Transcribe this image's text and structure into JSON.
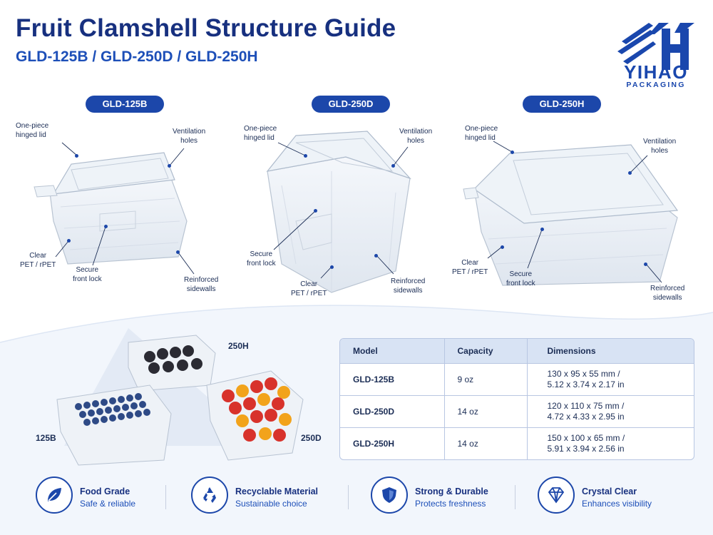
{
  "header": {
    "title": "Fruit Clamshell Structure Guide",
    "subtitle": "GLD-125B / GLD-250D / GLD-250H"
  },
  "brand": {
    "name": "YIHAO",
    "tagline": "PACKAGING",
    "color": "#1a47ad"
  },
  "products": [
    {
      "model": "GLD-125B",
      "callouts": {
        "lid": "One-piece\nhinged lid",
        "vent": "Ventilation\nholes",
        "material": "Clear\nPET / rPET",
        "lock": "Secure\nfront lock",
        "walls": "Reinforced\nsidewalls"
      }
    },
    {
      "model": "GLD-250D",
      "callouts": {
        "lid": "One-piece\nhinged lid",
        "vent": "Ventilation\nholes",
        "lock": "Secure\nfront lock",
        "material": "Clear\nPET / rPET",
        "walls": "Reinforced\nsidewalls"
      }
    },
    {
      "model": "GLD-250H",
      "callouts": {
        "lid": "One-piece\nhinged lid",
        "vent": "Ventilation\nholes",
        "material": "Clear\nPET / rPET",
        "lock": "Secure\nfront lock",
        "walls": "Reinforced\nsidewalls"
      }
    }
  ],
  "size_labels": {
    "h": "250H",
    "b": "125B",
    "d": "250D"
  },
  "spec_table": {
    "headers": [
      "Model",
      "Capacity",
      "Dimensions"
    ],
    "rows": [
      {
        "model": "GLD-125B",
        "capacity": "9 oz",
        "dim_mm": "130 x 95 x 55 mm /",
        "dim_in": "5.12 x 3.74 x 2.17 in"
      },
      {
        "model": "GLD-250D",
        "capacity": "14 oz",
        "dim_mm": "120 x 110 x 75 mm /",
        "dim_in": "4.72 x 4.33 x 2.95 in"
      },
      {
        "model": "GLD-250H",
        "capacity": "14 oz",
        "dim_mm": "150 x 100 x 65 mm /",
        "dim_in": "5.91 x 3.94 x 2.56 in"
      }
    ]
  },
  "features": [
    {
      "title": "Food Grade",
      "sub": "Safe & reliable",
      "icon": "leaf-icon"
    },
    {
      "title": "Recyclable Material",
      "sub": "Sustainable choice",
      "icon": "recycle-icon"
    },
    {
      "title": "Strong & Durable",
      "sub": "Protects freshness",
      "icon": "shield-icon"
    },
    {
      "title": "Crystal Clear",
      "sub": "Enhances visibility",
      "icon": "diamond-icon"
    }
  ],
  "colors": {
    "navy": "#17307f",
    "accent": "#1c47aa",
    "table_header": "#d8e3f4"
  }
}
